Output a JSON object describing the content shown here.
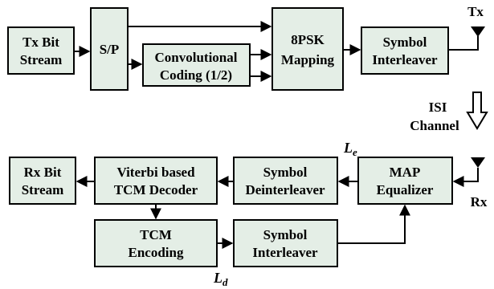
{
  "blocks": {
    "tx_bit_stream": [
      "Tx Bit",
      "Stream"
    ],
    "sp": "S/P",
    "conv": [
      "Convolutional",
      "Coding (1/2)"
    ],
    "psk": [
      "8PSK",
      "Mapping"
    ],
    "tx_interleaver": [
      "Symbol",
      "Interleaver"
    ],
    "rx_bit_stream": [
      "Rx Bit",
      "Stream"
    ],
    "viterbi": [
      "Viterbi based",
      "TCM Decoder"
    ],
    "deinterleaver": [
      "Symbol",
      "Deinterleaver"
    ],
    "map_eq": [
      "MAP",
      "Equalizer"
    ],
    "tcm_enc": [
      "TCM",
      "Encoding"
    ],
    "rx_interleaver": [
      "Symbol",
      "Interleaver"
    ]
  },
  "labels": {
    "tx": "Tx",
    "rx": "Rx",
    "isi": [
      "ISI",
      "Channel"
    ],
    "le_main": "L",
    "le_sub": "e",
    "ld_main": "L",
    "ld_sub": "d"
  },
  "colors": {
    "box_fill": "#e4eee6",
    "stroke": "#000000"
  }
}
